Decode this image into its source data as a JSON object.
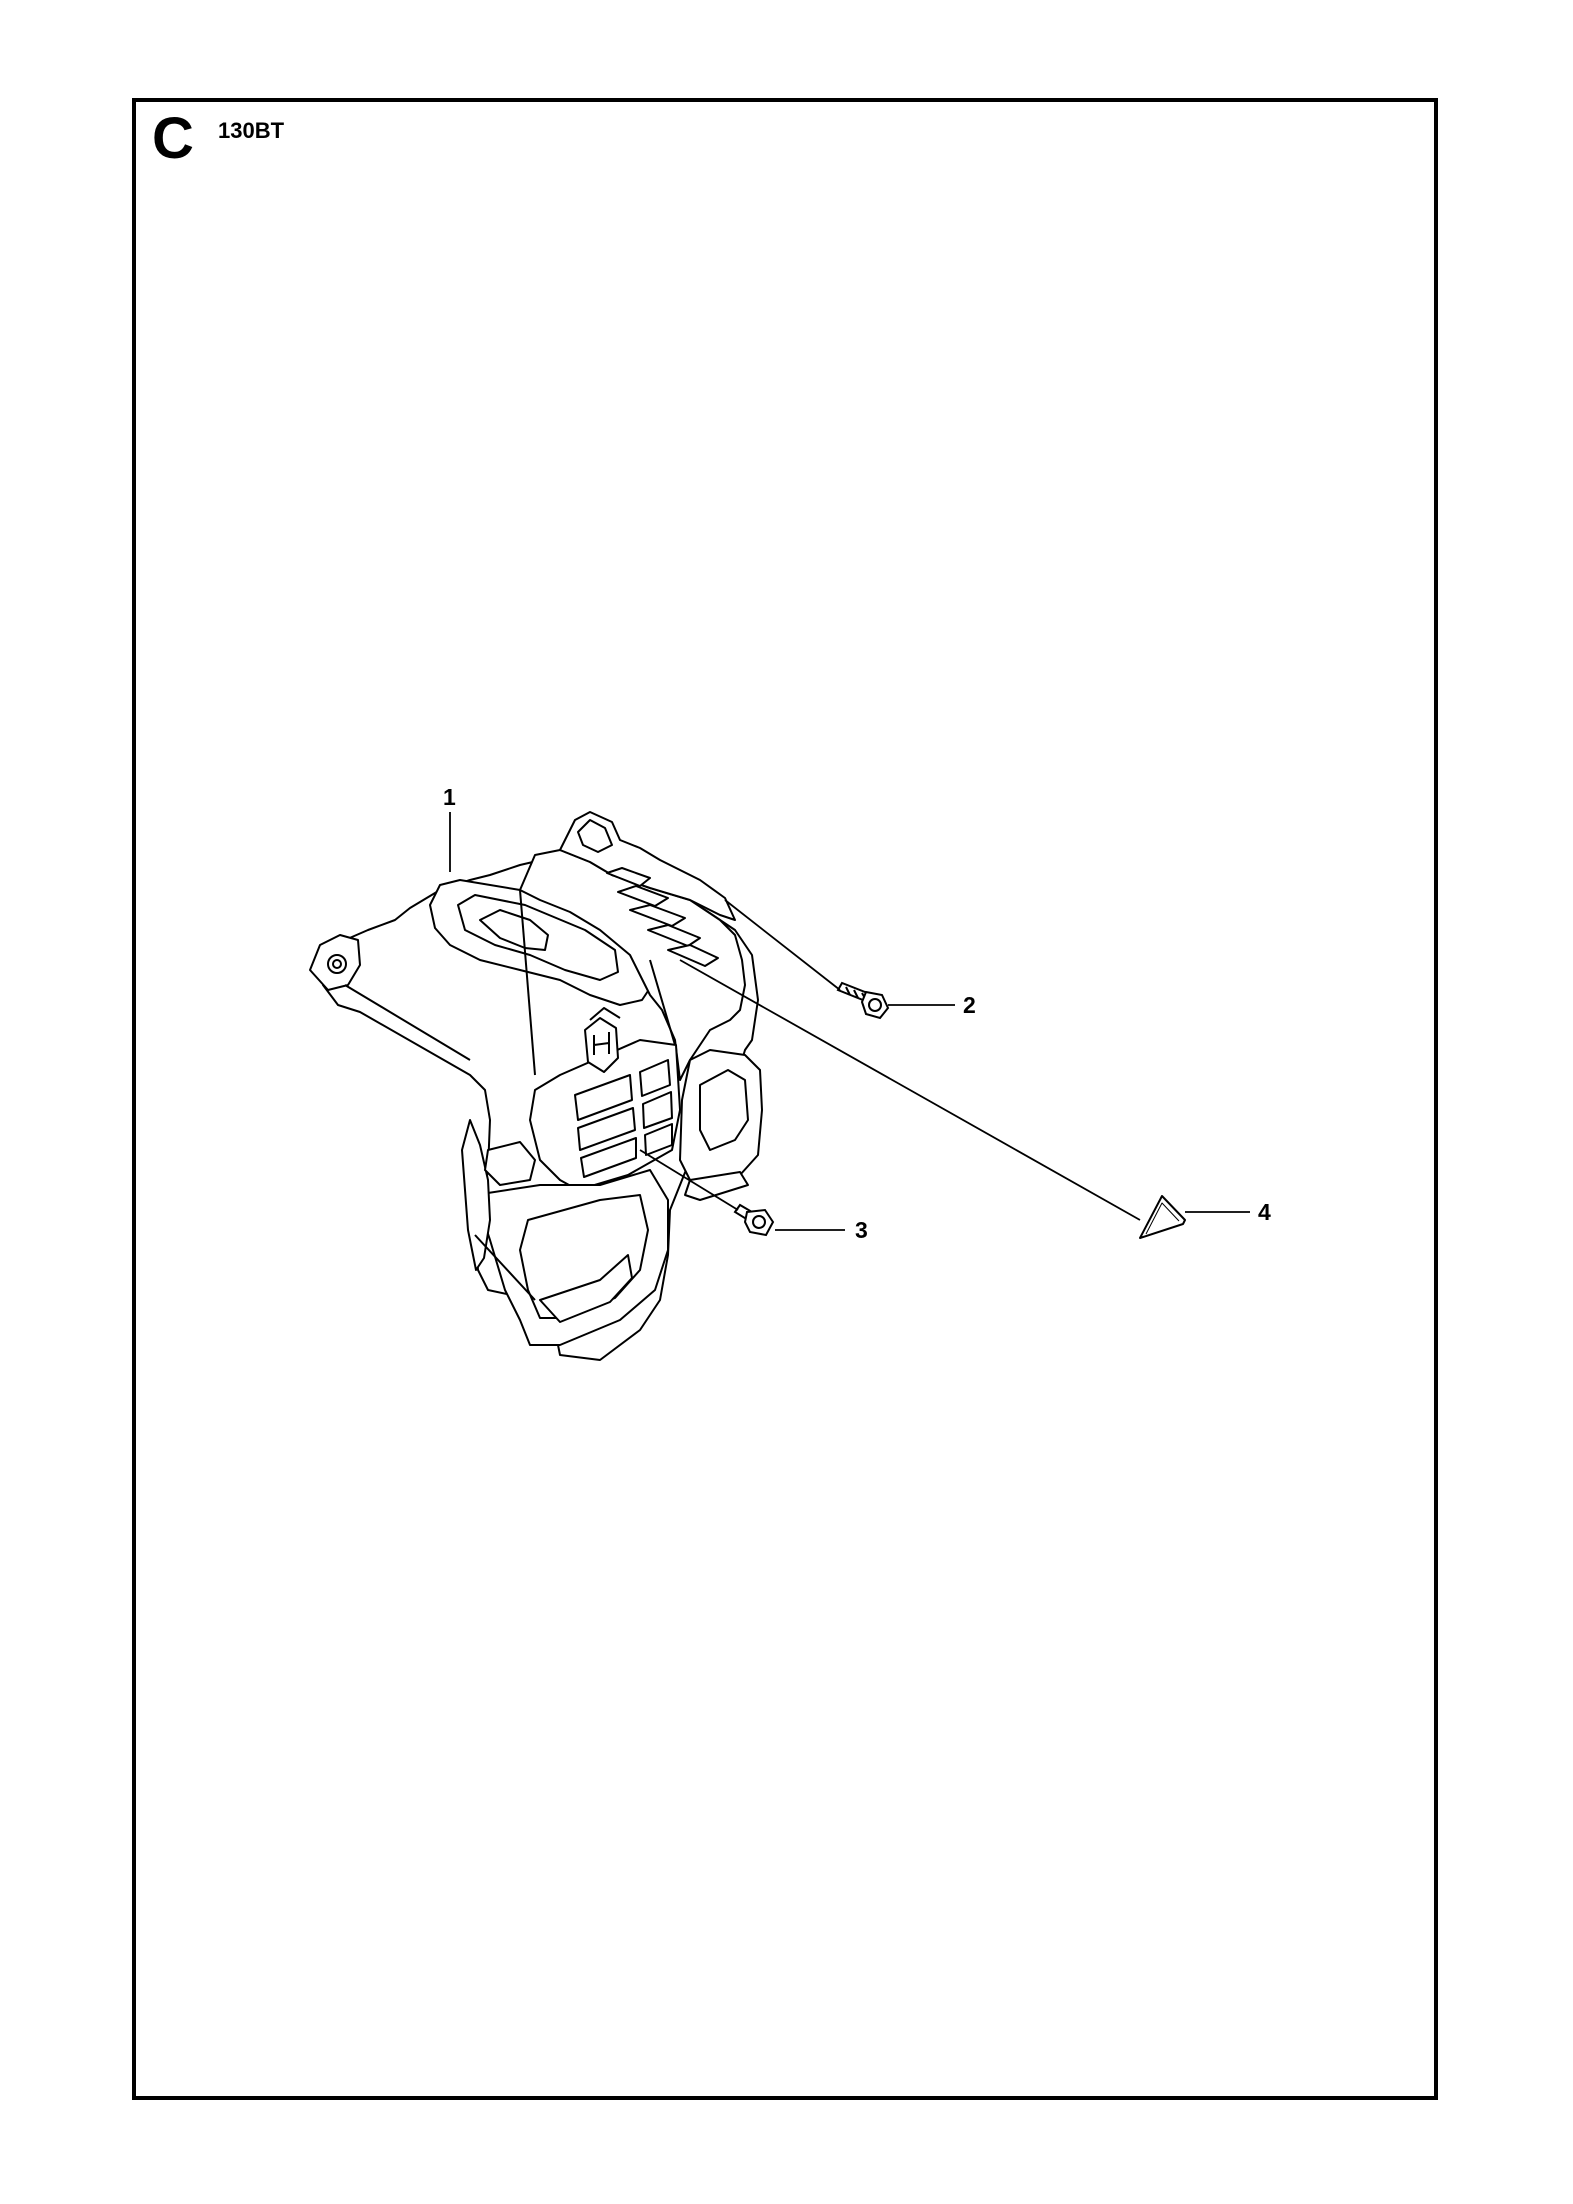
{
  "header": {
    "section_letter": "C",
    "model": "130BT"
  },
  "callouts": [
    {
      "number": "1",
      "part": "cover"
    },
    {
      "number": "2",
      "part": "screw-long"
    },
    {
      "number": "3",
      "part": "screw-short"
    },
    {
      "number": "4",
      "part": "warning-decal"
    }
  ],
  "colors": {
    "line": "#000000",
    "background": "#ffffff"
  }
}
